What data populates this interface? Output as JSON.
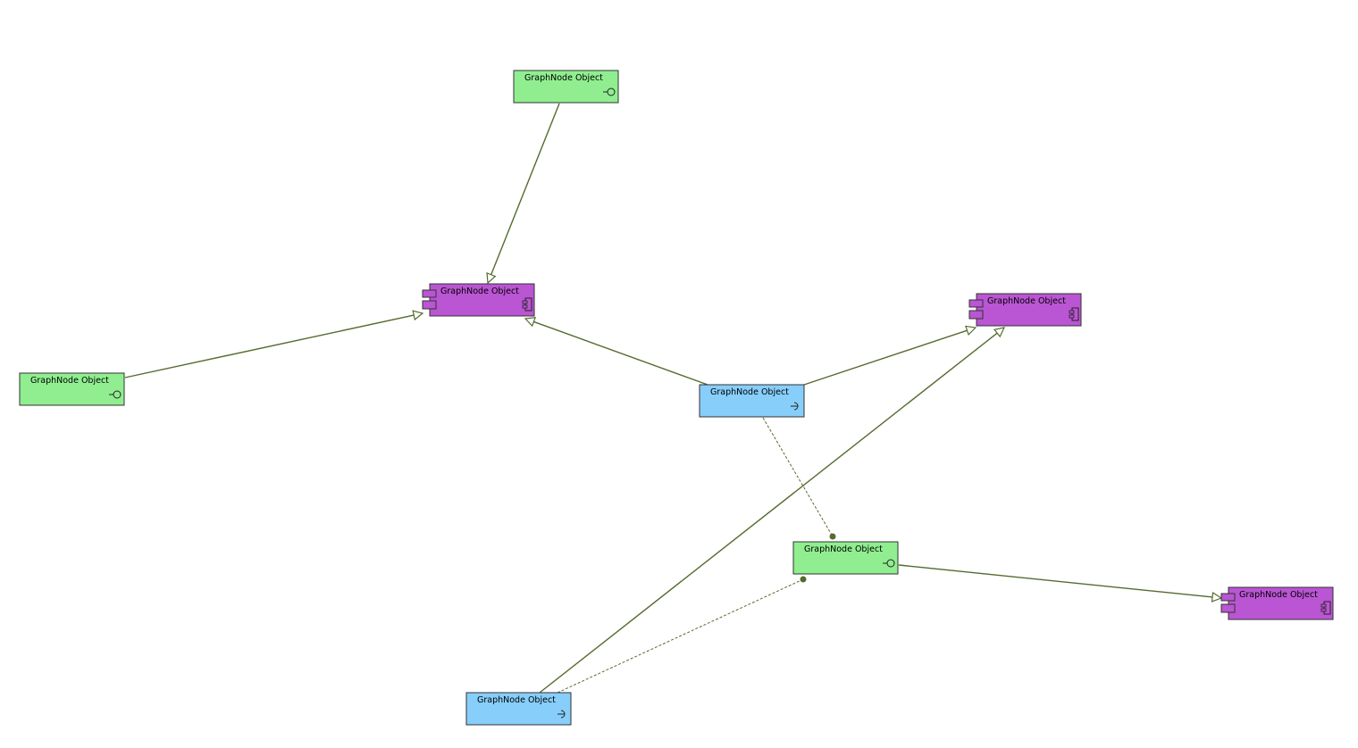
{
  "colors": {
    "interface": "#90ee90",
    "component": "#ba55d3",
    "required": "#87cefa",
    "edge": "#556b2f",
    "border": "#333333"
  },
  "nodes": [
    {
      "id": "n1",
      "kind": "interface",
      "label": "GraphNode Object",
      "icon": "lollipop-icon"
    },
    {
      "id": "n2",
      "kind": "component",
      "label": "GraphNode Object",
      "icon": "component-icon"
    },
    {
      "id": "n3",
      "kind": "interface",
      "label": "GraphNode Object",
      "icon": "lollipop-icon"
    },
    {
      "id": "n4",
      "kind": "component",
      "label": "GraphNode Object",
      "icon": "component-icon"
    },
    {
      "id": "n5",
      "kind": "required",
      "label": "GraphNode Object",
      "icon": "socket-icon"
    },
    {
      "id": "n6",
      "kind": "interface",
      "label": "GraphNode Object",
      "icon": "lollipop-icon"
    },
    {
      "id": "n7",
      "kind": "component",
      "label": "GraphNode Object",
      "icon": "component-icon"
    },
    {
      "id": "n8",
      "kind": "required",
      "label": "GraphNode Object",
      "icon": "socket-icon"
    }
  ],
  "edges": [
    {
      "from": "n1",
      "to": "n2",
      "style": "realization"
    },
    {
      "from": "n3",
      "to": "n2",
      "style": "realization"
    },
    {
      "from": "n5",
      "to": "n2",
      "style": "realization"
    },
    {
      "from": "n5",
      "to": "n4",
      "style": "realization"
    },
    {
      "from": "n8",
      "to": "n4",
      "style": "realization"
    },
    {
      "from": "n6",
      "to": "n7",
      "style": "realization"
    },
    {
      "from": "n5",
      "to": "n6",
      "style": "usage"
    },
    {
      "from": "n8",
      "to": "n6",
      "style": "usage"
    }
  ]
}
